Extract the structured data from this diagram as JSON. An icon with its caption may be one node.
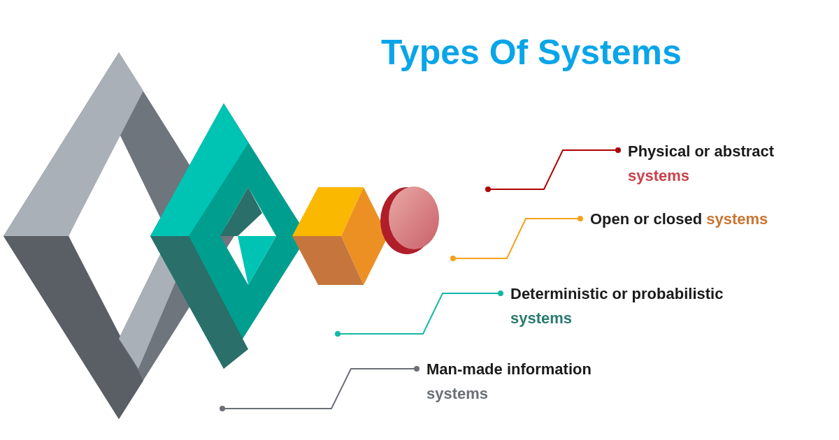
{
  "diagram": {
    "title": "Types Of Systems",
    "nodes": [
      {
        "text": [
          "Physical or abstract",
          "systems"
        ]
      },
      {
        "text": [
          "Open or closed",
          "systems"
        ]
      },
      {
        "text": [
          "Deterministic or probabilistic",
          "systems"
        ]
      },
      {
        "text": [
          "Man-made information",
          "systems"
        ]
      }
    ],
    "edges": [
      {
        "from": 0,
        "to": null,
        "arrow": "other",
        "color": "#b00000"
      },
      {
        "from": 1,
        "to": null,
        "arrow": "other",
        "color": "#f5a21b"
      },
      {
        "from": 2,
        "to": null,
        "arrow": "other",
        "color": "#14b8a6"
      },
      {
        "from": 3,
        "to": null,
        "arrow": "other",
        "color": "#6b6f76"
      }
    ]
  }
}
